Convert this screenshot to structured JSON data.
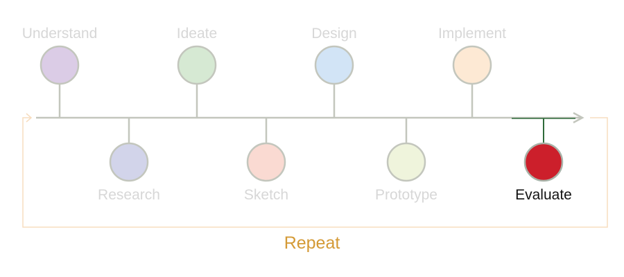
{
  "stages": [
    {
      "id": "understand",
      "label": "Understand",
      "fill": "#dbcce6",
      "stroke": "#c3c6bd",
      "text_color": "#d7d7d7",
      "active": false
    },
    {
      "id": "research",
      "label": "Research",
      "fill": "#d2d4ea",
      "stroke": "#c3c6bd",
      "text_color": "#d7d7d7",
      "active": false
    },
    {
      "id": "ideate",
      "label": "Ideate",
      "fill": "#d6e9d3",
      "stroke": "#c3c6bd",
      "text_color": "#d7d7d7",
      "active": false
    },
    {
      "id": "sketch",
      "label": "Sketch",
      "fill": "#fadad2",
      "stroke": "#c3c6bd",
      "text_color": "#d7d7d7",
      "active": false
    },
    {
      "id": "design",
      "label": "Design",
      "fill": "#d2e4f6",
      "stroke": "#c3c6bd",
      "text_color": "#d7d7d7",
      "active": false
    },
    {
      "id": "prototype",
      "label": "Prototype",
      "fill": "#eff4dc",
      "stroke": "#c3c6bd",
      "text_color": "#d7d7d7",
      "active": false
    },
    {
      "id": "implement",
      "label": "Implement",
      "fill": "#fde9d4",
      "stroke": "#c3c6bd",
      "text_color": "#d7d7d7",
      "active": false
    },
    {
      "id": "evaluate",
      "label": "Evaluate",
      "fill": "#cc1f2b",
      "stroke": "#a9b3a9",
      "text_color": "#111111",
      "active": true
    }
  ],
  "repeat": {
    "label": "Repeat",
    "text_color": "#d49a36",
    "line_color": "#f7ddbf"
  },
  "colors": {
    "timeline": "#c3c6bd",
    "active_connector": "#2f6a3a"
  }
}
